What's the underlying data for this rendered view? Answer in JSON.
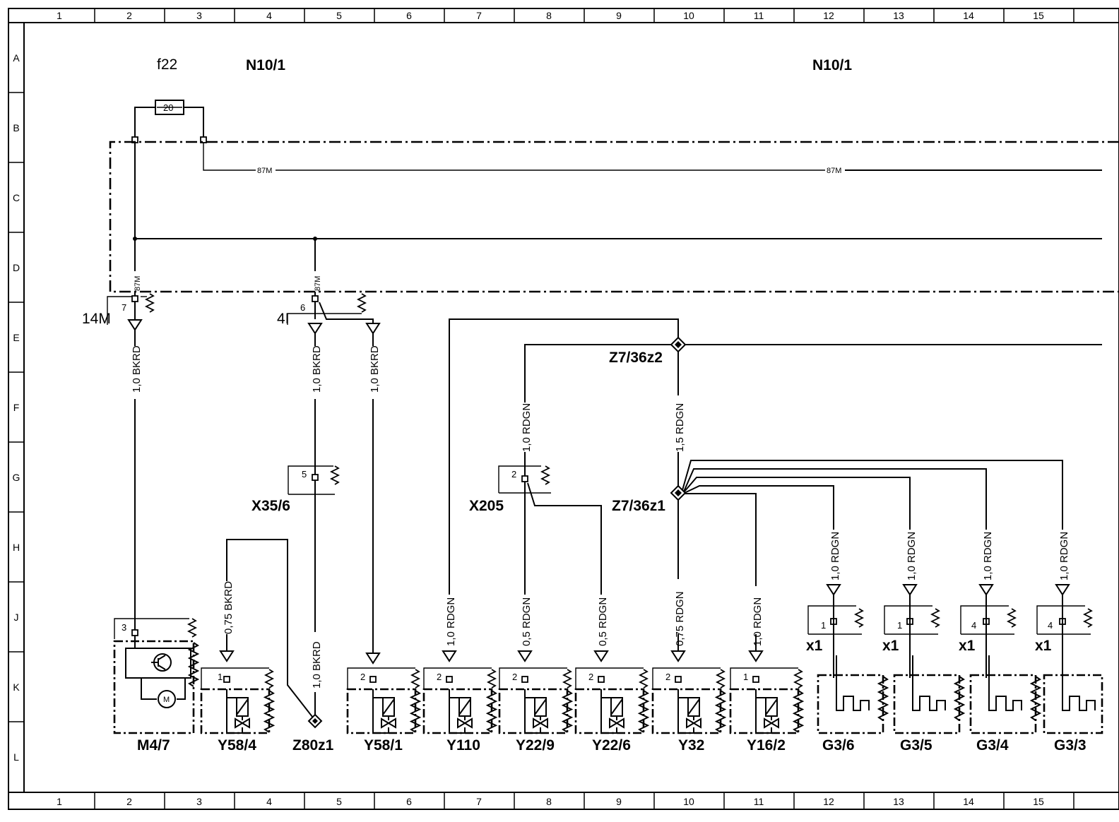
{
  "columns": [
    "1",
    "2",
    "3",
    "4",
    "5",
    "6",
    "7",
    "8",
    "9",
    "10",
    "11",
    "12",
    "13",
    "14",
    "15"
  ],
  "rows": [
    "A",
    "B",
    "C",
    "D",
    "E",
    "F",
    "G",
    "H",
    "J",
    "K",
    "L"
  ],
  "labels": {
    "f22": "f22",
    "fuse_value": "20",
    "n10_1_left": "N10/1",
    "n10_1_right": "N10/1",
    "line_87m_a": "87M",
    "line_87m_b": "87M",
    "pin_87m_a": "87M",
    "pin_87m_b": "87M",
    "conn_14m": "14M",
    "conn_4i": "4I",
    "pin_7": "7",
    "pin_6": "6",
    "z7_36z2": "Z7/36z2",
    "z7_36z1": "Z7/36z1",
    "x35_6": "X35/6",
    "x205": "X205",
    "x35_6_pin": "5",
    "x205_pin": "2"
  },
  "wires": {
    "m47": "1,0 BKRD",
    "x356_top": "1,0 BKRD",
    "y581_top": "1,0 BKRD",
    "x205_top": "1,0 RDGN",
    "z7_down": "1,5 RDGN",
    "y584": "0,75 BKRD",
    "z80": "1,0 BKRD",
    "y110": "1,0 RDGN",
    "y229": "0,5 RDGN",
    "y226": "0,5 RDGN",
    "y32": "0,75 RDGN",
    "y162": "1,0 RDGN",
    "g36": "1,0 RDGN",
    "g35": "1,0 RDGN",
    "g34": "1,0 RDGN",
    "g33": "1,0 RDGN"
  },
  "components": [
    {
      "id": "M4/7",
      "pin": "3"
    },
    {
      "id": "Y58/4",
      "pin": "1"
    },
    {
      "id": "Z80z1",
      "pin": ""
    },
    {
      "id": "Y58/1",
      "pin": "2"
    },
    {
      "id": "Y110",
      "pin": "2"
    },
    {
      "id": "Y22/9",
      "pin": "2"
    },
    {
      "id": "Y22/6",
      "pin": "2"
    },
    {
      "id": "Y32",
      "pin": "2"
    },
    {
      "id": "Y16/2",
      "pin": "1"
    },
    {
      "id": "G3/6",
      "pin": "1",
      "conn": "x1"
    },
    {
      "id": "G3/5",
      "pin": "1",
      "conn": "x1"
    },
    {
      "id": "G3/4",
      "pin": "4",
      "conn": "x1"
    },
    {
      "id": "G3/3",
      "pin": "4",
      "conn": "x1"
    }
  ],
  "icons": [
    "transistor-icon",
    "motor-icon",
    "solenoid-valve-icon",
    "sensor-pulse-icon",
    "splice-diamond-icon",
    "fuse-icon"
  ]
}
